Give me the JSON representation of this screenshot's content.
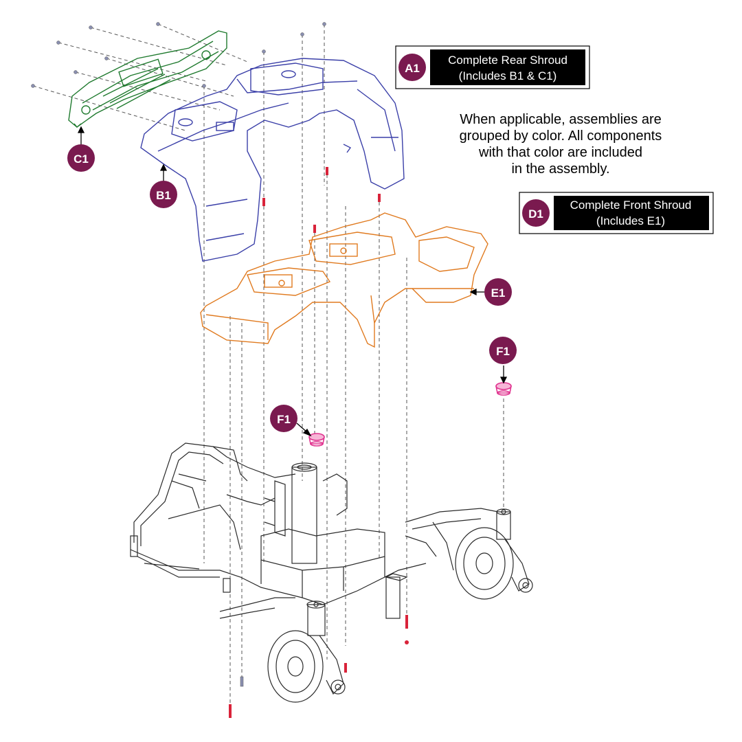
{
  "colors": {
    "badge": "#7a1a4f",
    "rear_shroud": "#3a3fa8",
    "bumper": "#1f7a2e",
    "front_shroud": "#e07a1f",
    "cup": "#e0338f",
    "screw": "#d9233a",
    "frame": "#2a2a2a"
  },
  "callouts": {
    "a1": {
      "badge": "A1",
      "line1": "Complete Rear Shroud",
      "line2": "(Includes B1 & C1)"
    },
    "d1": {
      "badge": "D1",
      "line1": "Complete Front Shroud",
      "line2": "(Includes E1)"
    }
  },
  "note": {
    "lines": [
      "When applicable, assemblies are",
      "grouped by color. All components",
      "with that color are included",
      "in the assembly."
    ]
  },
  "labels": {
    "c1": "C1",
    "b1": "B1",
    "e1": "E1",
    "f1_right": "F1",
    "f1_left": "F1"
  }
}
